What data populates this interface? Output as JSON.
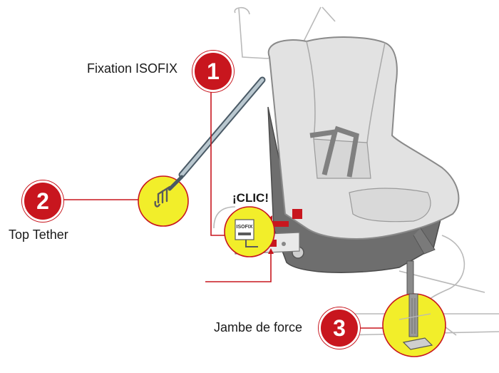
{
  "labels": {
    "isofix": "Fixation ISOFIX",
    "top_tether": "Top Tether",
    "jambe": "Jambe de force",
    "clic": "¡CLIC!",
    "isofix_plate": "ISOFIX"
  },
  "badges": {
    "one": "1",
    "two": "2",
    "three": "3"
  },
  "colors": {
    "badge_red": "#c8161e",
    "callout_yellow": "#f2ee2a",
    "seat_light": "#e3e3e3",
    "seat_dark": "#6f6f6f",
    "line_red": "#c8161e"
  }
}
